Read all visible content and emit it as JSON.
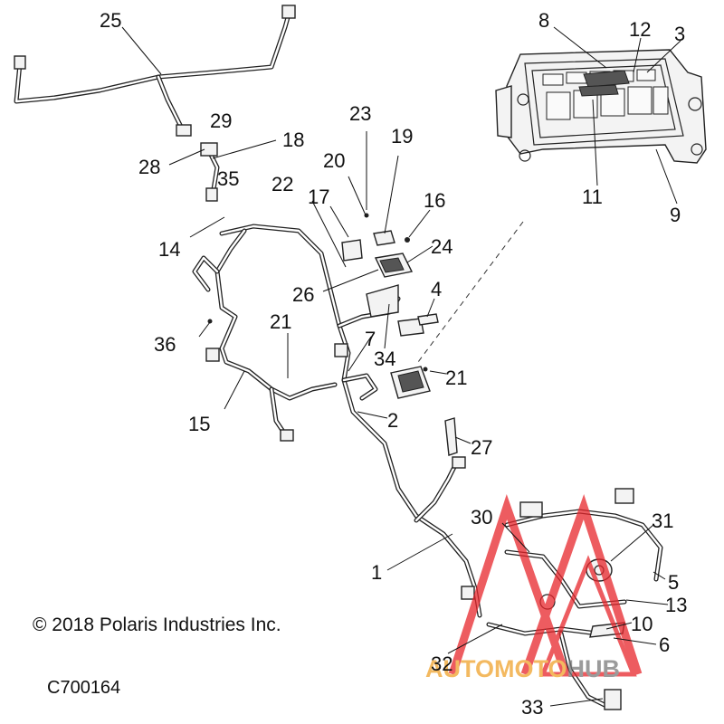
{
  "copyright": "© 2018 Polaris Industries Inc.",
  "part_number": "C700164",
  "watermark": {
    "brand": "AUTOMOTOHUB",
    "part1": "AUTO",
    "part2": "MOTO",
    "part3": "HUB",
    "colors": {
      "accent": "#e8262c",
      "orange": "#f0a22b",
      "gray": "#7a7a7a"
    }
  },
  "callouts": [
    {
      "id": "c1",
      "label": "1"
    },
    {
      "id": "c2",
      "label": "2"
    },
    {
      "id": "c3",
      "label": "3"
    },
    {
      "id": "c5",
      "label": "5"
    },
    {
      "id": "c4",
      "label": "4"
    },
    {
      "id": "c6",
      "label": "6"
    },
    {
      "id": "c7",
      "label": "7"
    },
    {
      "id": "c8",
      "label": "8"
    },
    {
      "id": "c9",
      "label": "9"
    },
    {
      "id": "c10",
      "label": "10"
    },
    {
      "id": "c11",
      "label": "11"
    },
    {
      "id": "c12",
      "label": "12"
    },
    {
      "id": "c13",
      "label": "13"
    },
    {
      "id": "c14",
      "label": "14"
    },
    {
      "id": "c15",
      "label": "15"
    },
    {
      "id": "c16",
      "label": "16"
    },
    {
      "id": "c17",
      "label": "17"
    },
    {
      "id": "c18",
      "label": "18"
    },
    {
      "id": "c19",
      "label": "19"
    },
    {
      "id": "c20",
      "label": "20"
    },
    {
      "id": "c21a",
      "label": "21"
    },
    {
      "id": "c21b",
      "label": "21"
    },
    {
      "id": "c22",
      "label": "22"
    },
    {
      "id": "c23",
      "label": "23"
    },
    {
      "id": "c24",
      "label": "24"
    },
    {
      "id": "c25",
      "label": "25"
    },
    {
      "id": "c26",
      "label": "26"
    },
    {
      "id": "c27",
      "label": "27"
    },
    {
      "id": "c28",
      "label": "28"
    },
    {
      "id": "c29",
      "label": "29"
    },
    {
      "id": "c30",
      "label": "30"
    },
    {
      "id": "c31",
      "label": "31"
    },
    {
      "id": "c32",
      "label": "32"
    },
    {
      "id": "c33",
      "label": "33"
    },
    {
      "id": "c34",
      "label": "34"
    },
    {
      "id": "c35",
      "label": "35"
    },
    {
      "id": "c36",
      "label": "36"
    }
  ]
}
